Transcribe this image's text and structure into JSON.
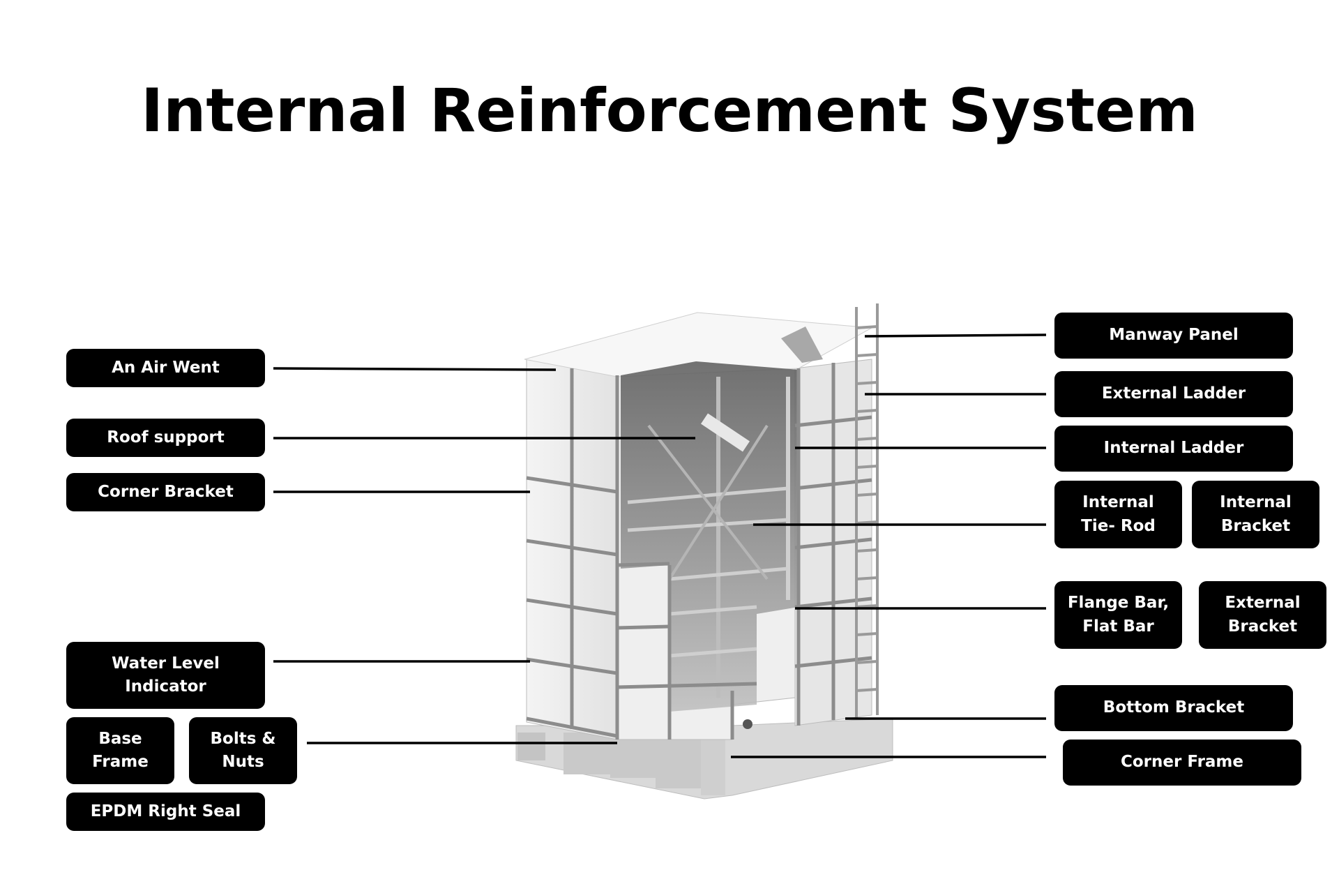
{
  "title": "Internal Reinforcement System",
  "colors": {
    "label_bg": "#000000",
    "label_text": "#ffffff",
    "tank_panel": "#eeeeee",
    "frame_metal": "#8c8c8c",
    "base": "#d6d6d6"
  },
  "labels": {
    "air_vent": "An Air Went",
    "roof_support": "Roof support",
    "corner_bracket": "Corner Bracket",
    "water_level_indicator": "Water Level\nIndicator",
    "base_frame": "Base\nFrame",
    "bolts_nuts": "Bolts &\nNuts",
    "epdm_seal": "EPDM Right Seal",
    "manway_panel": "Manway Panel",
    "external_ladder": "External Ladder",
    "internal_ladder": "Internal Ladder",
    "internal_tie_rod": "Internal\nTie- Rod",
    "internal_bracket": "Internal\nBracket",
    "flange_bar": "Flange Bar,\nFlat Bar",
    "external_bracket": "External\nBracket",
    "bottom_bracket": "Bottom Bracket",
    "corner_frame": "Corner Frame"
  }
}
